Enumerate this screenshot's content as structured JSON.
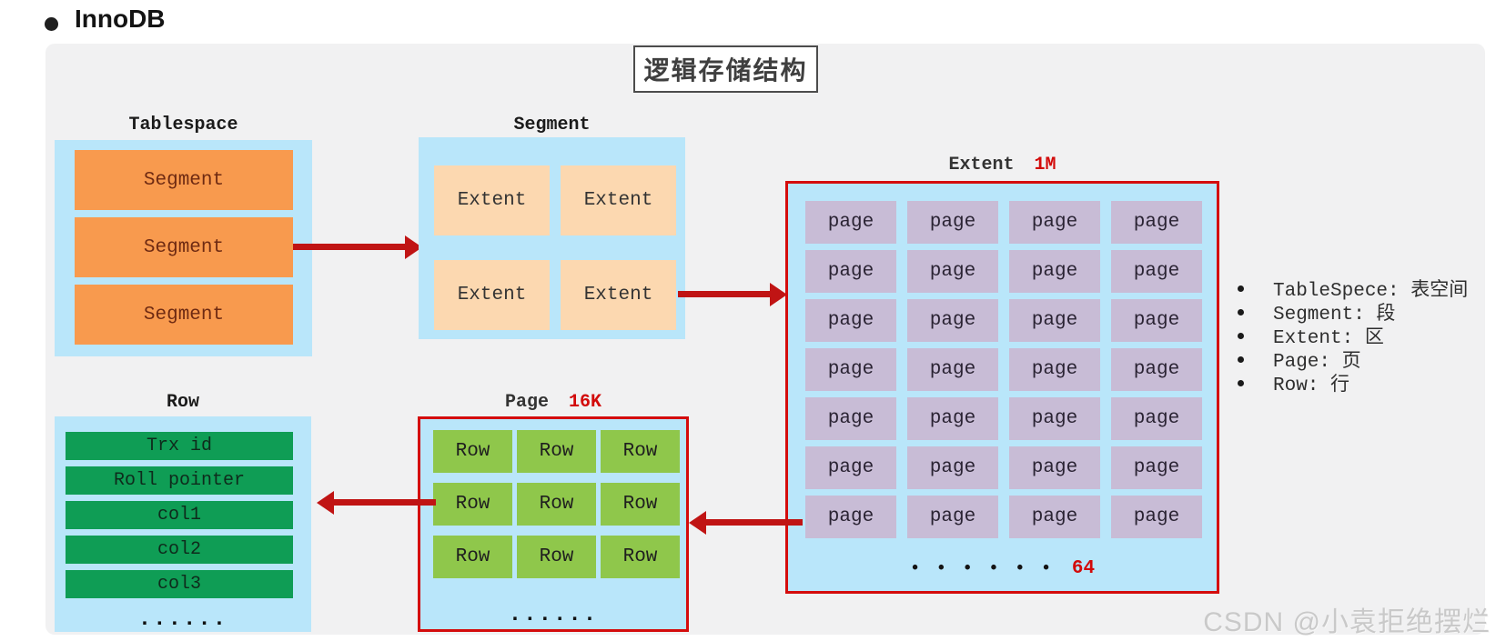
{
  "header": {
    "title": "InnoDB"
  },
  "panel": {
    "title": "逻辑存储结构",
    "tablespace": {
      "label": "Tablespace",
      "segments": [
        "Segment",
        "Segment",
        "Segment"
      ]
    },
    "segment": {
      "label": "Segment",
      "extents": [
        "Extent",
        "Extent",
        "Extent",
        "Extent"
      ]
    },
    "extent": {
      "label": "Extent",
      "size": "1M",
      "pages": [
        "page",
        "page",
        "page",
        "page",
        "page",
        "page",
        "page",
        "page",
        "page",
        "page",
        "page",
        "page",
        "page",
        "page",
        "page",
        "page",
        "page",
        "page",
        "page",
        "page",
        "page",
        "page",
        "page",
        "page",
        "page",
        "page",
        "page",
        "page"
      ],
      "ellipsis": "• • • • • •",
      "count": "64"
    },
    "page": {
      "label": "Page",
      "size": "16K",
      "rows": [
        "Row",
        "Row",
        "Row",
        "Row",
        "Row",
        "Row",
        "Row",
        "Row",
        "Row"
      ],
      "ellipsis": "......"
    },
    "row": {
      "label": "Row",
      "fields": [
        "Trx id",
        "Roll pointer",
        "col1",
        "col2",
        "col3"
      ],
      "ellipsis": "......"
    },
    "legend": {
      "items": [
        "TableSpece: 表空间",
        "Segment: 段",
        "Extent: 区",
        "Page: 页",
        "Row: 行"
      ]
    },
    "watermark": "CSDN @小袁拒绝摆烂"
  },
  "colors": {
    "container_blue": "#b9e6fa",
    "segment_orange": "#f89a4e",
    "extent_peach": "#fcd8b0",
    "page_purple": "#c8bcd6",
    "row_green": "#8fc74b",
    "field_green": "#0f9d55",
    "arrow_red": "#c01414",
    "border_red": "#d40c0c",
    "accent_red": "#d20a0a",
    "panel_gray": "#f1f1f2"
  }
}
